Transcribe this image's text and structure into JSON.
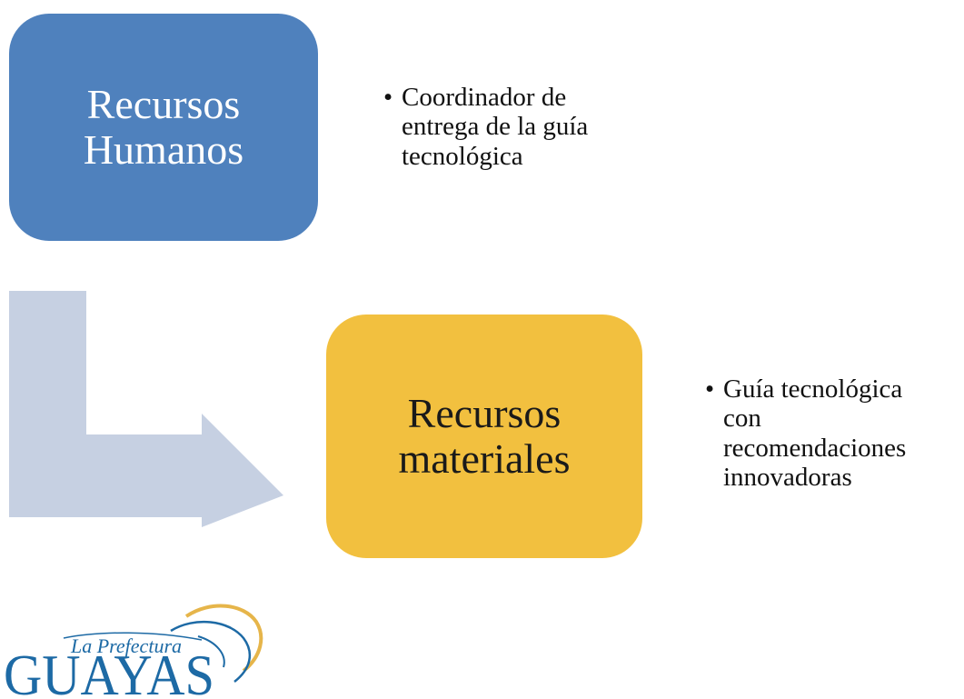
{
  "colors": {
    "human_box": "#4f81bd",
    "material_box": "#f2c03f",
    "arrow": "#c6d0e2",
    "logo_blue": "#1d6aa5",
    "logo_gold": "#e6b54a"
  },
  "nodes": [
    {
      "title_lines": [
        "Recursos",
        "Humanos"
      ],
      "bullets": [
        {
          "lines": [
            "Coordinador de",
            "entrega de la guía",
            "tecnológica"
          ]
        }
      ]
    },
    {
      "title_lines": [
        "Recursos",
        "materiales"
      ],
      "bullets": [
        {
          "lines": [
            "Guía tecnológica",
            "con",
            "recomendaciones",
            "innovadoras"
          ]
        }
      ]
    }
  ],
  "connector": {
    "type": "bent-arrow",
    "from": 0,
    "to": 1
  },
  "logo": {
    "small_text": "La Prefectura",
    "large_text": "GUAYAS"
  }
}
